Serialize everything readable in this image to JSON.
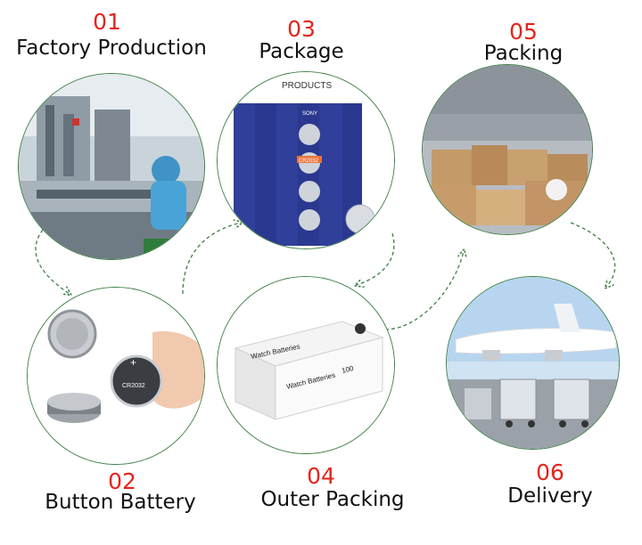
{
  "steps": [
    {
      "num": "01",
      "title": "Factory Production"
    },
    {
      "num": "02",
      "title": "Button Battery"
    },
    {
      "num": "03",
      "title": "Package"
    },
    {
      "num": "04",
      "title": "Outer Packing"
    },
    {
      "num": "05",
      "title": "Packing"
    },
    {
      "num": "06",
      "title": "Delivery"
    }
  ],
  "photo_text": {
    "products": "PRODUCTS",
    "blister_model": "CR2032",
    "blister_brand": "SONY",
    "box_label": "Watch Batteries",
    "box_count": "100",
    "battery_model": "CR2032"
  },
  "colors": {
    "number": "#e5231b",
    "ring": "#3d7f45",
    "arrow": "#3d7f45"
  }
}
